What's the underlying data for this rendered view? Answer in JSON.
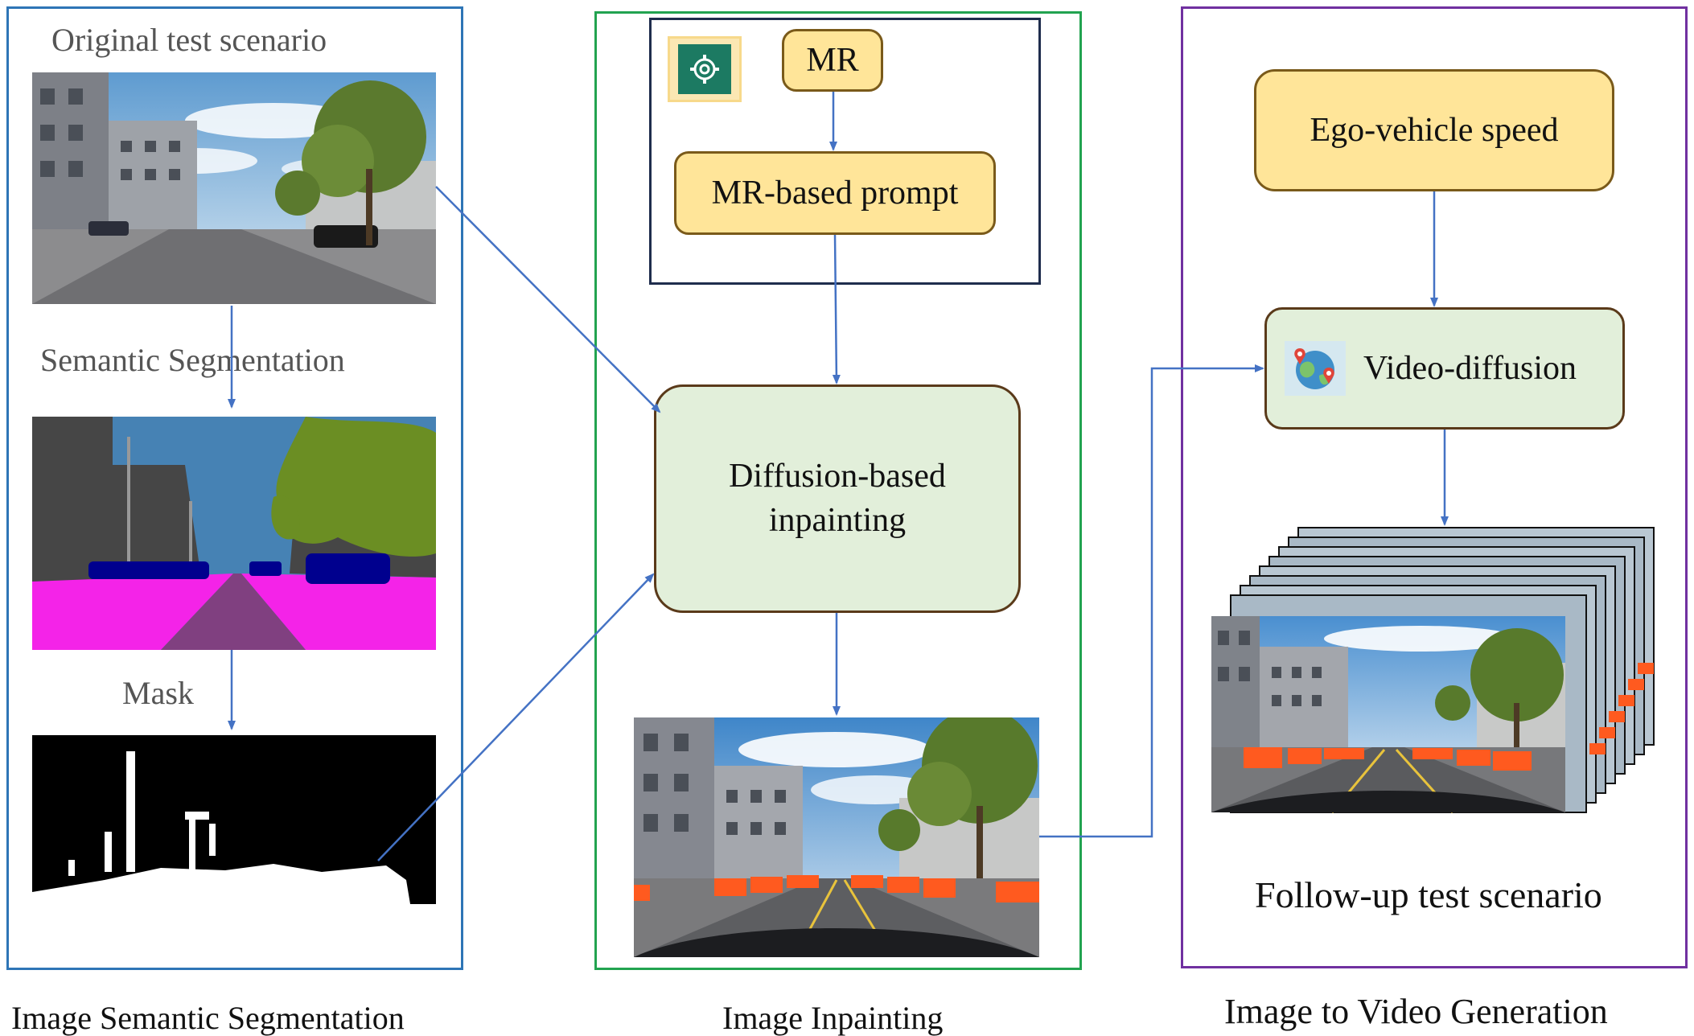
{
  "panels": {
    "segmentation": {
      "caption": "Image Semantic Segmentation",
      "original_label": "Original test scenario",
      "semantic_label": "Semantic Segmentation",
      "mask_label": "Mask",
      "border_color": "#2e75b6"
    },
    "inpainting": {
      "caption": "Image Inpainting",
      "mr_label": "MR",
      "prompt_label": "MR-based prompt",
      "inpaint_label": "Diffusion-based inpainting",
      "border_color": "#22a350",
      "icon": "chatbot-gear-icon"
    },
    "video": {
      "caption": "Image to Video Generation",
      "speed_label": "Ego-vehicle speed",
      "diffusion_label": "Video-diffusion",
      "followup_label": "Follow-up test scenario",
      "border_color": "#7030a0",
      "icon": "globe-map-pin-icon"
    }
  },
  "colors": {
    "arrow": "#4472c4",
    "yellow_fill": "#ffe599",
    "green_fill": "#e2efda",
    "seg_sky": "#4682b4",
    "seg_building": "#464646",
    "seg_vegetation": "#6b8e23",
    "seg_road": "#804080",
    "seg_sidewalk": "#f423e8",
    "seg_car": "#00008e",
    "barrier_orange": "#ff5a1f"
  }
}
